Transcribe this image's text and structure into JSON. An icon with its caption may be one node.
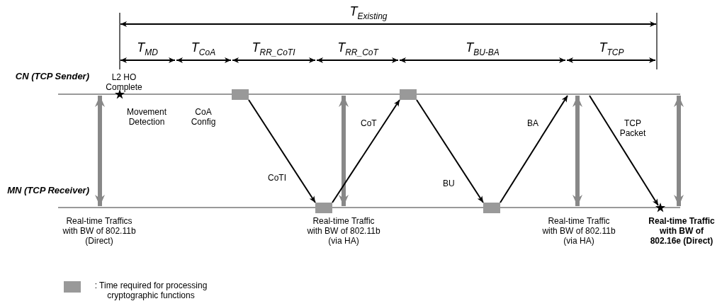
{
  "diagram": {
    "nodes": [
      {
        "text": [],
        "shape": "bar",
        "beside": [
          "CN (TCP Sender)"
        ]
      },
      {
        "text": [],
        "shape": "bar",
        "beside": [
          "MN (TCP Receiver)"
        ]
      },
      {
        "text": [],
        "shape": "star",
        "beside": [
          "L2 HO Complete"
        ]
      },
      {
        "text": [],
        "shape": "box"
      },
      {
        "text": [],
        "shape": "box"
      },
      {
        "text": [],
        "shape": "box"
      },
      {
        "text": [],
        "shape": "box"
      },
      {
        "text": [],
        "shape": "star"
      }
    ],
    "edges": [
      {
        "from": 0,
        "to": 1,
        "arrow": "both",
        "style": "thick",
        "color": "#888888"
      },
      {
        "from": 3,
        "to": 4,
        "arrow": "to",
        "label": "CoTI"
      },
      {
        "from": 0,
        "to": 1,
        "arrow": "both",
        "style": "thick",
        "color": "#888888"
      },
      {
        "from": 4,
        "to": 5,
        "arrow": "to",
        "label": "CoT"
      },
      {
        "from": 5,
        "to": 6,
        "arrow": "to",
        "label": "BU"
      },
      {
        "from": 6,
        "to": 0,
        "arrow": "to",
        "label": "BA"
      },
      {
        "from": 0,
        "to": 1,
        "arrow": "both",
        "style": "thick",
        "color": "#888888"
      },
      {
        "from": 0,
        "to": 7,
        "arrow": "to",
        "label": "TCP Packet"
      },
      {
        "from": 0,
        "to": 1,
        "arrow": "both",
        "style": "thick",
        "color": "#888888"
      }
    ],
    "labels": [
      "T$_{Existing}$",
      "T$_{MD}$",
      "T$_{CoA}$",
      "T$_{RR_CoTI}$",
      "T$_{RR_CoT}$",
      "T$_{BU-BA}$",
      "T$_{TCP}$",
      "Movement Detection",
      "CoA Config",
      "Real-time Traffics with BW of 802.11b (Direct)",
      "Real-time Traffic with BW of 802.11b (via HA)",
      "Real-time Traffic with BW of 802.11b (via HA)",
      "Real-time Traffic with BW of 802.16e (Direct)"
    ],
    "legend": [
      {
        "text": ": Time required for processing cryptographic functions",
        "color": "#999999"
      }
    ]
  }
}
